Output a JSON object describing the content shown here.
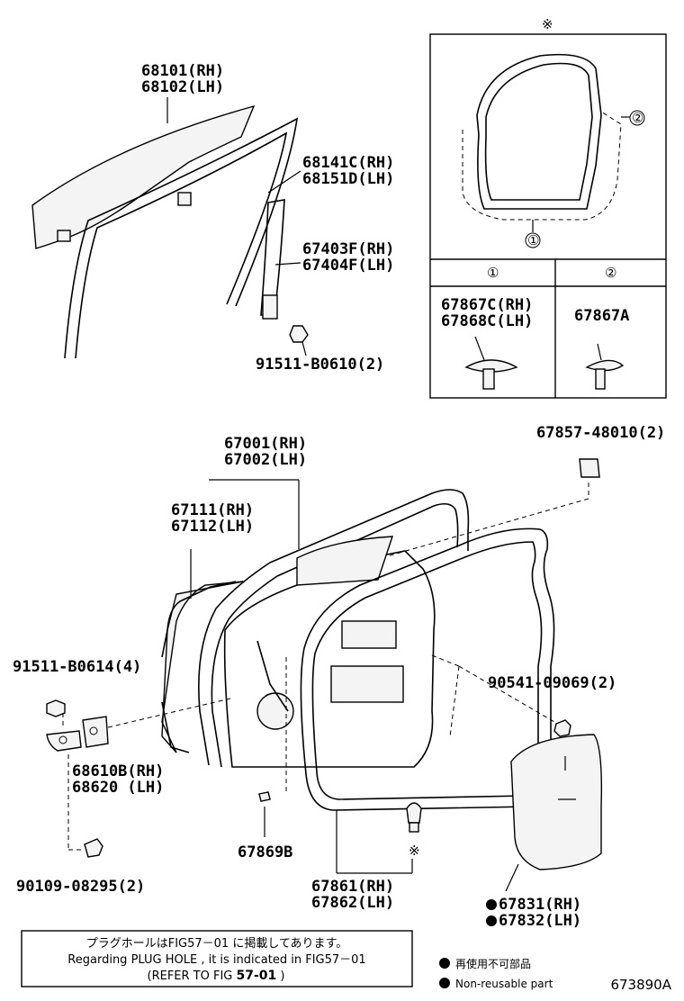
{
  "parts": {
    "glass": [
      "68101(RH)",
      "68102(LH)"
    ],
    "run_channel": [
      "68141C(RH)",
      "68151D(LH)"
    ],
    "frame_sub": [
      "67403F(RH)",
      "67404F(LH)"
    ],
    "bolt_top": "91511-B0610(2)",
    "panel": [
      "67001(RH)",
      "67002(LH)"
    ],
    "outer_panel": [
      "67111(RH)",
      "67112(LH)"
    ],
    "pad": "67857-48010(2)",
    "bolt_hinge": "91511-B0614(4)",
    "hinge": [
      "68610B(RH)",
      "68620 (LH)"
    ],
    "bolt_bottom": "90109-08295(2)",
    "clip_b": "67869B",
    "weatherstrip": [
      "67861(RH)",
      "67862(LH)"
    ],
    "clip_side": "90541-09069(2)",
    "cover": [
      "67831(RH)",
      "67832(LH)"
    ]
  },
  "inset": {
    "top_mark": "※",
    "bottom_mark": "※",
    "callout_1": "①",
    "callout_2": "②",
    "col1_head": "①",
    "col2_head": "②",
    "col1_parts": [
      "67867C(RH)",
      "67868C(LH)"
    ],
    "col2_part": "67867A"
  },
  "note": {
    "line_jp": "プラグホールはFIG57－01 に掲載してあります。",
    "line_en": "Regarding  PLUG HOLE , it is  indicated  in  FIG57－01",
    "refer_prefix": "(REFER TO FIG ",
    "refer_bold": "57-01",
    "refer_suffix": " )"
  },
  "legend": {
    "jp": "再使用不可部品",
    "en": "Non-reusable part"
  },
  "diagram_code": "673890A"
}
